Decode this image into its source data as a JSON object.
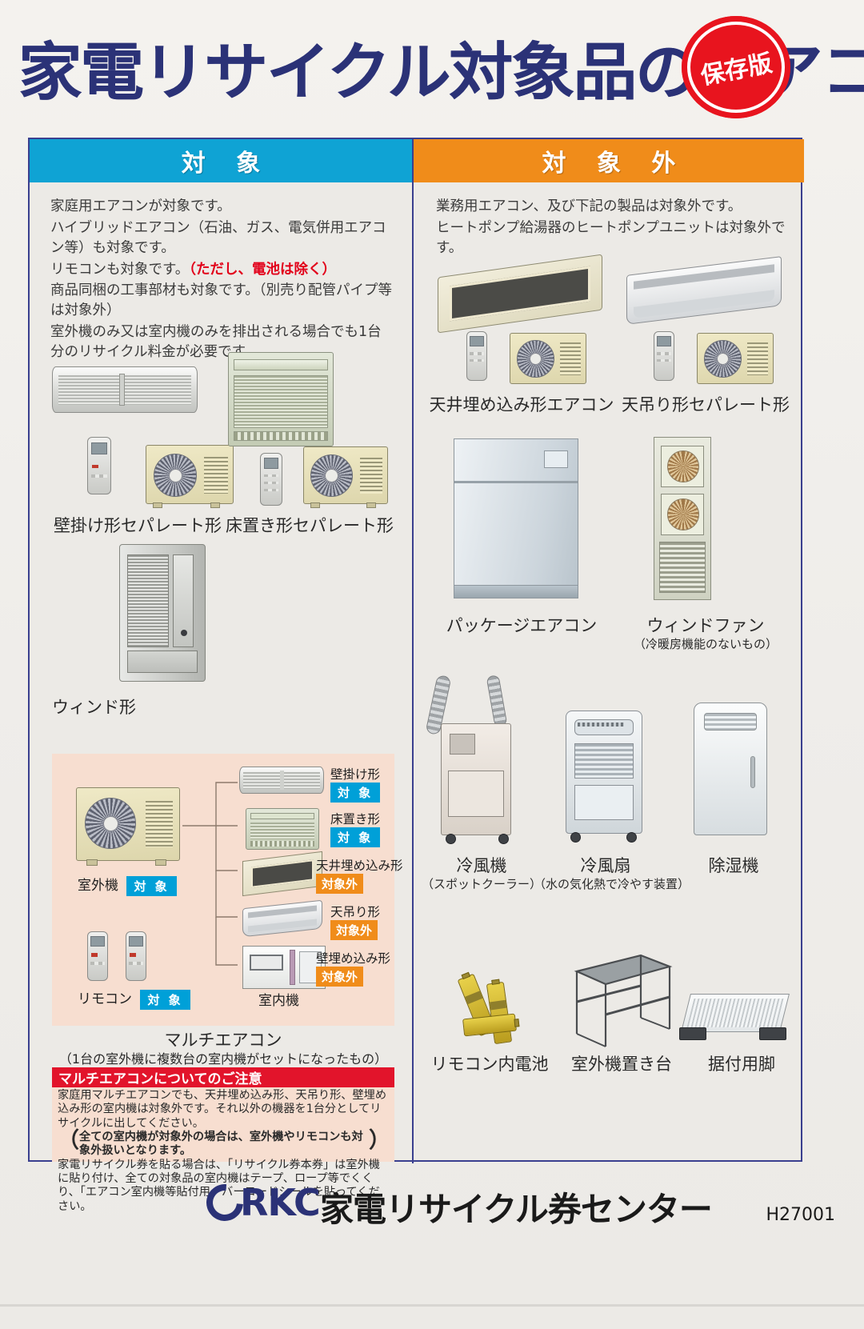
{
  "header": {
    "title": "家電リサイクル対象品のエアコン",
    "seal": "保存版"
  },
  "columns": {
    "left": {
      "band_label": "対 象",
      "intro": [
        "家庭用エアコンが対象です。",
        "ハイブリッドエアコン（石油、ガス、電気併用エアコン等）も対象です。",
        "リモコンも対象です。",
        "（ただし、電池は除く）",
        "商品同梱の工事部材も対象です。（別売り配管パイプ等は対象外）",
        "室外機のみ又は室内機のみを排出される場合でも1台分のリサイクル料金が必要です。"
      ],
      "products": [
        {
          "label": "壁掛け形セパレート形"
        },
        {
          "label": "床置き形セパレート形"
        },
        {
          "label": "ウィンド形"
        }
      ],
      "multi": {
        "outdoor_label": "室外機",
        "outdoor_tag": "対 象",
        "remote_label": "リモコン",
        "remote_tag": "対 象",
        "indoor_label": "室内機",
        "rows": [
          {
            "label": "壁掛け形",
            "tag": "対 象",
            "tag_type": "blue"
          },
          {
            "label": "床置き形",
            "tag": "対 象",
            "tag_type": "blue"
          },
          {
            "label": "天井埋め込み形",
            "tag": "対象外",
            "tag_type": "orange"
          },
          {
            "label": "天吊り形",
            "tag": "対象外",
            "tag_type": "orange"
          },
          {
            "label": "壁埋め込み形",
            "tag": "対象外",
            "tag_type": "orange"
          }
        ],
        "caption": "マルチエアコン",
        "caption_sub": "（1台の室外機に複数台の室内機がセットになったもの）"
      },
      "warning": {
        "heading": "マルチエアコンについてのご注意",
        "para1": "家庭用マルチエアコンでも、天井埋め込み形、天吊り形、壁埋め込み形の室内機は対象外です。それ以外の機器を1台分としてリサイクルに出してください。",
        "para2": "全ての室内機が対象外の場合は、室外機やリモコンも対象外扱いとなります。",
        "para3": "家電リサイクル券を貼る場合は、「リサイクル券本券」は室外機に貼り付け、全ての対象品の室内機はテープ、ロープ等でくくり、「エアコン室内機等貼付用」バーコードシールを貼ってください。"
      }
    },
    "right": {
      "band_label": "対 象 外",
      "intro": [
        "業務用エアコン、及び下記の製品は対象外です。",
        "ヒートポンプ給湯器のヒートポンプユニットは対象外です。"
      ],
      "products": [
        {
          "label": "天井埋め込み形エアコン",
          "sub": ""
        },
        {
          "label": "天吊り形セパレート形",
          "sub": ""
        },
        {
          "label": "パッケージエアコン",
          "sub": ""
        },
        {
          "label": "ウィンドファン",
          "sub": "（冷暖房機能のないもの）"
        },
        {
          "label": "冷風機",
          "sub": "（スポットクーラー）"
        },
        {
          "label": "冷風扇",
          "sub": "（水の気化熱で冷やす装置）"
        },
        {
          "label": "除湿機",
          "sub": ""
        },
        {
          "label": "リモコン内電池",
          "sub": ""
        },
        {
          "label": "室外機置き台",
          "sub": ""
        },
        {
          "label": "据付用脚",
          "sub": ""
        }
      ]
    }
  },
  "footer": {
    "logo_rkc": "RKC",
    "logo_name": "家電リサイクル券センター",
    "doc_id": "H27001"
  },
  "colors": {
    "blue_band": "#0fa3d4",
    "orange_band": "#f08c1a",
    "title_navy": "#2b3277",
    "seal_red": "#e8141e",
    "warn_red": "#e2142b",
    "panel_peach": "#f7ded0"
  }
}
